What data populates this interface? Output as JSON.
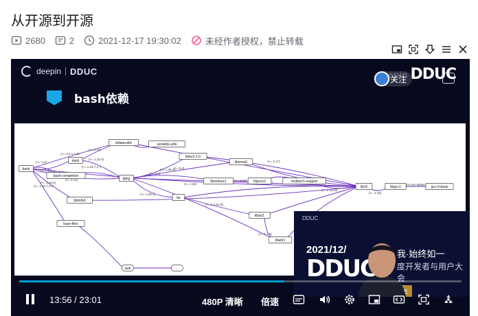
{
  "page": {
    "title": "从开源到开源"
  },
  "meta": {
    "views": "2680",
    "comments": "2",
    "datetime": "2021-12-17 19:30:02",
    "copyright_notice": "未经作者授权，禁止转载"
  },
  "toolbar": {
    "icons": [
      "mini-player-icon",
      "fullscreen-icon",
      "download-icon",
      "list-icon",
      "close-icon"
    ]
  },
  "slide": {
    "logo_deepin": "deepin",
    "logo_duc": "DDUC",
    "brand_deepin": "deepin",
    "brand_duc": "DDUC",
    "title": "bash依赖"
  },
  "overlay": {
    "follow_label": "关注"
  },
  "graph": {
    "nodes": [
      "bash",
      "dash",
      "debianutils",
      "sensible-utils",
      "libtinfo6",
      "bash-completion",
      "dpkg",
      "base-files",
      "libbz2-1.0",
      "liblzma5",
      "libselinux1",
      "libpcre3",
      "multiarch-support",
      "tar",
      "libacl1",
      "libattr1",
      "awk",
      "libc6",
      "libgcc1",
      "gcc-6-base",
      "..."
    ],
    "edge_labels": [
      "(>= 2.15)",
      "(>= 0.5.1-1-2)",
      "(>= 3.2)",
      "(>= 2.14)",
      "(>= 1.15.0)",
      "(>= 1.15.7.2~)",
      "(>= 5.2)",
      "(>= 2.4)",
      "(>= 2.17)",
      "(>= 2.16)",
      "(>= 1.28-1)",
      "(>= 2.3.6-2)",
      "(>= 6.3.0-18+deb9u1)",
      "(>= 2.2.51-8)",
      "(>= 1:1.4)"
    ]
  },
  "pip": {
    "logo": "DDUC",
    "year": "2021/12/",
    "big_duc": "DDUC",
    "slogan": "我·始终如一",
    "sub": "度开发者与用户大会",
    "badge": "年"
  },
  "player": {
    "progress_fraction": 0.6,
    "current_time": "13:56",
    "separator": " / ",
    "total_time": "23:01",
    "quality": "480P 清晰",
    "speed": "倍速"
  },
  "colors": {
    "accent": "#00a1d6",
    "player_bg": "#070a1f",
    "warning": "#f25d8e",
    "graph_edge": "#6a2ec0"
  }
}
